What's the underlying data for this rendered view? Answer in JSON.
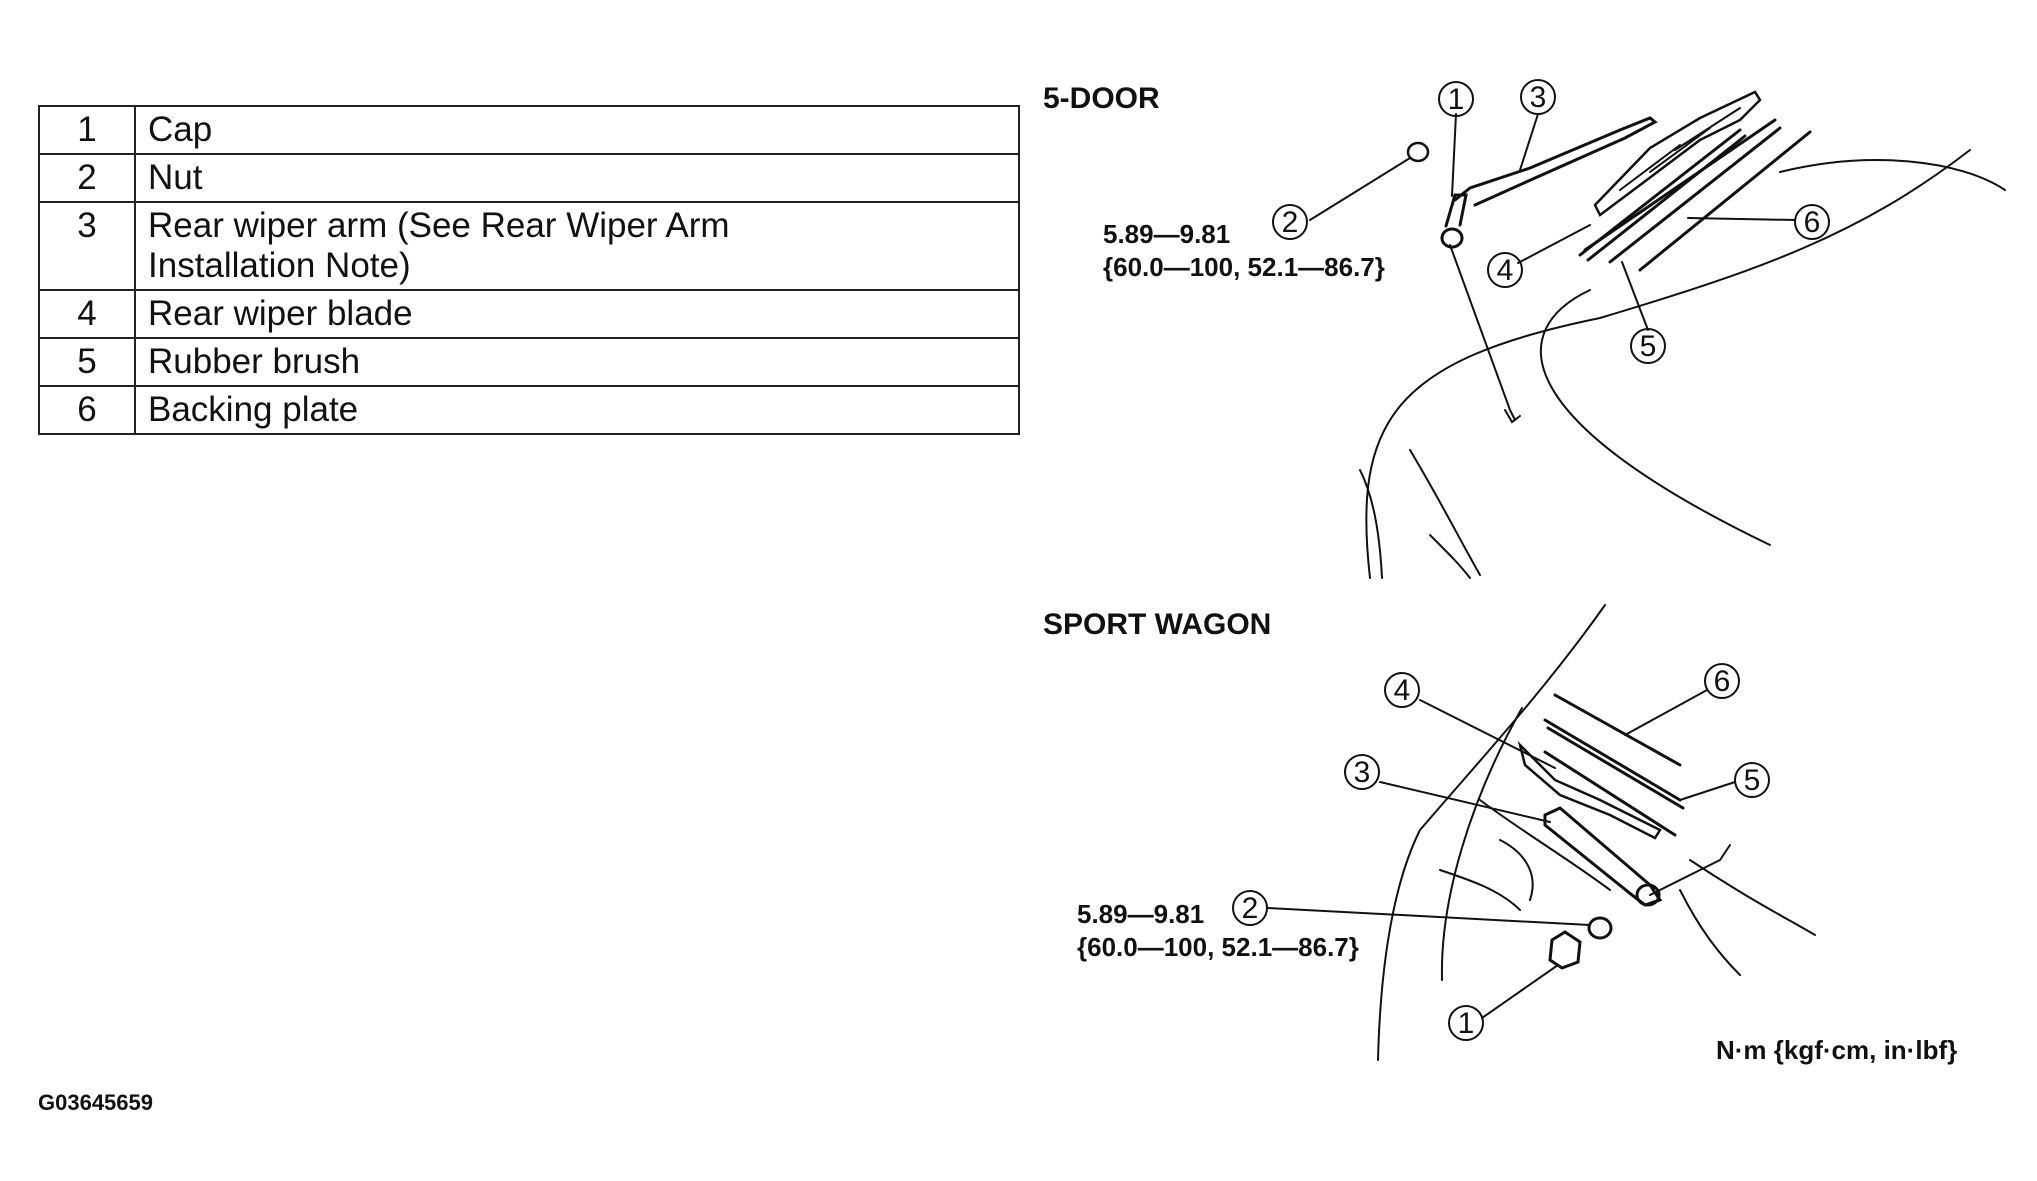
{
  "parts_table": [
    {
      "num": "1",
      "name": "Cap"
    },
    {
      "num": "2",
      "name": "Nut"
    },
    {
      "num": "3",
      "name": "Rear wiper arm (See Rear Wiper Arm Installation Note)"
    },
    {
      "num": "4",
      "name": "Rear wiper blade"
    },
    {
      "num": "5",
      "name": "Rubber brush"
    },
    {
      "num": "6",
      "name": "Backing plate"
    }
  ],
  "five_door": {
    "label": "5-DOOR",
    "torque_line1": "5.89—9.81",
    "torque_line2": "{60.0—100, 52.1—86.7}",
    "callouts": [
      "1",
      "2",
      "3",
      "4",
      "5",
      "6"
    ]
  },
  "sport_wagon": {
    "label": "SPORT WAGON",
    "torque_line1": "5.89—9.81",
    "torque_line2": "{60.0—100, 52.1—86.7}",
    "callouts": [
      "1",
      "2",
      "3",
      "4",
      "5",
      "6"
    ]
  },
  "units_label": "N·m {kgf·cm, in·lbf}",
  "figure_code": "G03645659"
}
